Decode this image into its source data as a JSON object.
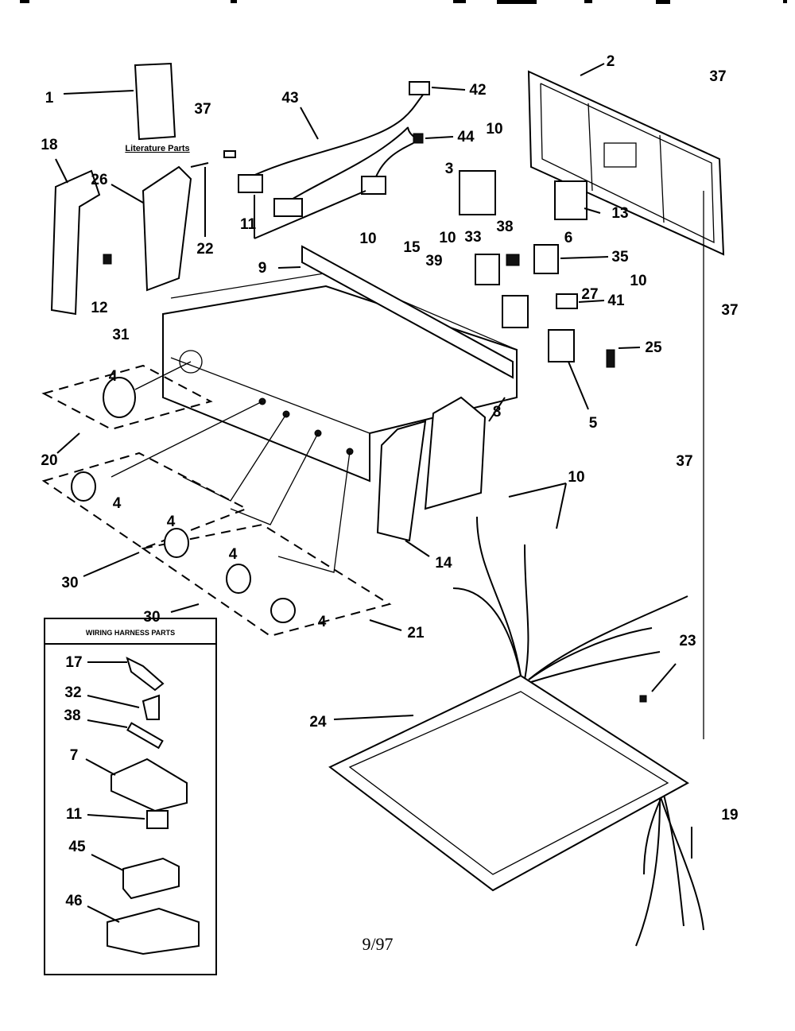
{
  "title": "Control Panel and Top Parts",
  "literature_label": "Literature Parts",
  "harness_box_title": "WIRING HARNESS PARTS",
  "date_code": "9/97",
  "callouts": {
    "c1": "1",
    "c37a": "37",
    "c43": "43",
    "c42": "42",
    "c2": "2",
    "c37b": "37",
    "c18": "18",
    "c26": "26",
    "c44": "44",
    "c10a": "10",
    "c3": "3",
    "c13": "13",
    "c22": "22",
    "c11a": "11",
    "c10b": "10",
    "c15": "15",
    "c10c": "10",
    "c33": "33",
    "c38a": "38",
    "c6": "6",
    "c35": "35",
    "c39": "39",
    "c9": "9",
    "c12": "12",
    "c27": "27",
    "c10d": "10",
    "c41": "41",
    "c37c": "37",
    "c31": "31",
    "c25": "25",
    "c4a": "4",
    "c5": "5",
    "c8": "8",
    "c20": "20",
    "c37d": "37",
    "c10e": "10",
    "c4b": "4",
    "c4c": "4",
    "c4d": "4",
    "c30a": "30",
    "c14": "14",
    "c30b": "30",
    "c4e": "4",
    "c21": "21",
    "c23": "23",
    "c24": "24",
    "c19": "19"
  },
  "harness_parts": {
    "p17": "17",
    "p32": "32",
    "p38": "38",
    "p7": "7",
    "p11": "11",
    "p45": "45",
    "p46": "46"
  }
}
